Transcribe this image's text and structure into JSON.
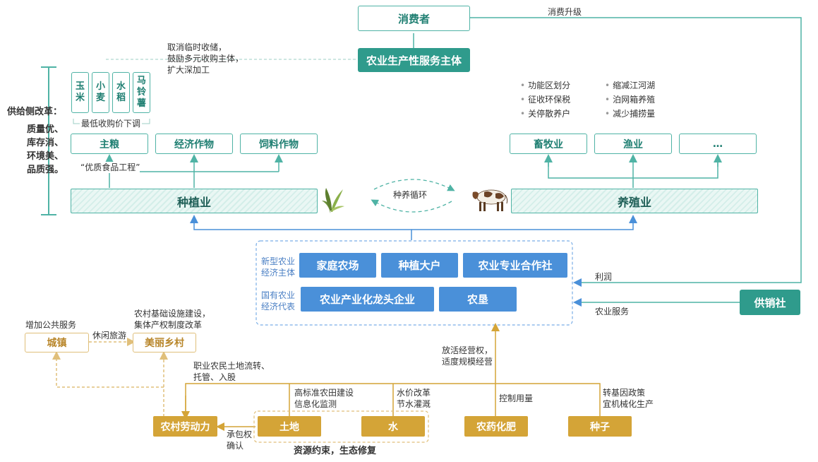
{
  "consumer": "消费者",
  "consumption_upgrade": "消费升级",
  "service_entity": "农业生产性服务主体",
  "service_note": [
    "取消临时收储，",
    "鼓励多元收购主体，",
    "扩大深加工"
  ],
  "grains": [
    [
      "玉",
      "米"
    ],
    [
      "小",
      "麦"
    ],
    [
      "水",
      "稻"
    ],
    [
      "马",
      "铃",
      "薯"
    ]
  ],
  "min_price": "最低收购价下调",
  "supply_side": {
    "title": "供给侧改革：",
    "lines": [
      "质量优、",
      "库存消、",
      "环境美、",
      "品质强。"
    ]
  },
  "crops": [
    "主粮",
    "经济作物",
    "饲料作物"
  ],
  "quality_food": "“优质食品工程”",
  "planting": "种植业",
  "breeding": "养殖业",
  "cycle": "种养循环",
  "livestock_bullets": [
    "功能区划分",
    "征收环保税",
    "关停散养户"
  ],
  "fishery_bullets": [
    "缩减江河湖",
    "泊网箱养殖",
    "减少捕捞量"
  ],
  "animals": [
    "畜牧业",
    "渔业",
    "…"
  ],
  "new_entities_label": [
    "新型农业",
    "经济主体"
  ],
  "new_entities": [
    "家庭农场",
    "种植大户",
    "农业专业合作社"
  ],
  "state_entities_label": [
    "国有农业",
    "经济代表"
  ],
  "state_entities": [
    "农业产业化龙头企业",
    "农垦"
  ],
  "profit": "利润",
  "agri_service": "农业服务",
  "supply_coop": "供销社",
  "town": "城镇",
  "public_service": "增加公共服务",
  "leisure": "休闲旅游",
  "village": "美丽乡村",
  "village_note": [
    "农村基础设施建设，",
    "集体产权制度改革"
  ],
  "operation_note": [
    "放活经营权，",
    "适度规模经营"
  ],
  "labor_note": [
    "职业农民土地流转、",
    "托管、入股"
  ],
  "farmland_note": [
    "高标准农田建设",
    "信息化监测"
  ],
  "water_note": [
    "水价改革",
    "节水灌溉"
  ],
  "usage_note": "控制用量",
  "seed_note": [
    "转基因政策",
    "宜机械化生产"
  ],
  "rural_labor": "农村劳动力",
  "contract_note": [
    "承包权",
    "确认"
  ],
  "land": "土地",
  "water": "水",
  "pesticide": "农药化肥",
  "seed": "种子",
  "resource_constraint": "资源约束，生态修复",
  "colors": {
    "teal": "#2f9b8c",
    "blue": "#4a90d9",
    "gold": "#d4a437"
  }
}
